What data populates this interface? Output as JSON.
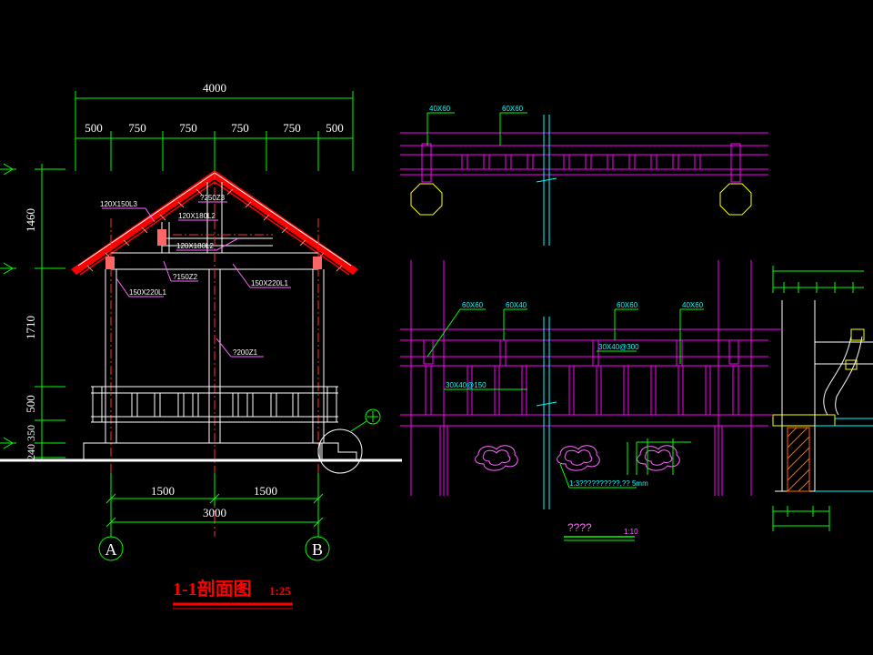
{
  "dimensions": {
    "overall_width": "4000",
    "top_segments": [
      "500",
      "750",
      "750",
      "750",
      "750",
      "500"
    ],
    "vertical_left": [
      "1460",
      "1710",
      "500",
      "350",
      "240"
    ],
    "bottom_segments": [
      "1500",
      "1500"
    ],
    "bottom_overall": "3000"
  },
  "axes": {
    "left": "A",
    "right": "B"
  },
  "section_labels": {
    "rafter": "120X150L3",
    "king_post": "?250Z3",
    "ridge_beam": "120X180L2",
    "tie_beam": "120X180L2",
    "short_post": "?150Z2",
    "beam_left": "150X220L1",
    "beam_right": "150X220L1",
    "column": "?200Z1"
  },
  "title": {
    "main": "1-1剖面图",
    "scale": "1:25"
  },
  "detail_top": {
    "labels": [
      "40X60",
      "60X60"
    ]
  },
  "detail_mid": {
    "labels": [
      "60X60",
      "60X40",
      "60X60",
      "40X60",
      "30X40@300",
      "30X40@150"
    ],
    "note": "1:3??????????,?? 5mm"
  },
  "detail_caption": {
    "text": "????",
    "scale": "1:10"
  },
  "colors": {
    "background": "#000000",
    "dimension": "#00ff00",
    "roof": "#ff0000",
    "structure": "#ffffff",
    "axis_line": "#ff3030",
    "detail": "#ff00ff",
    "centerline": "#00ffff",
    "yellow": "#ffff00",
    "label": "#ff66ff"
  }
}
